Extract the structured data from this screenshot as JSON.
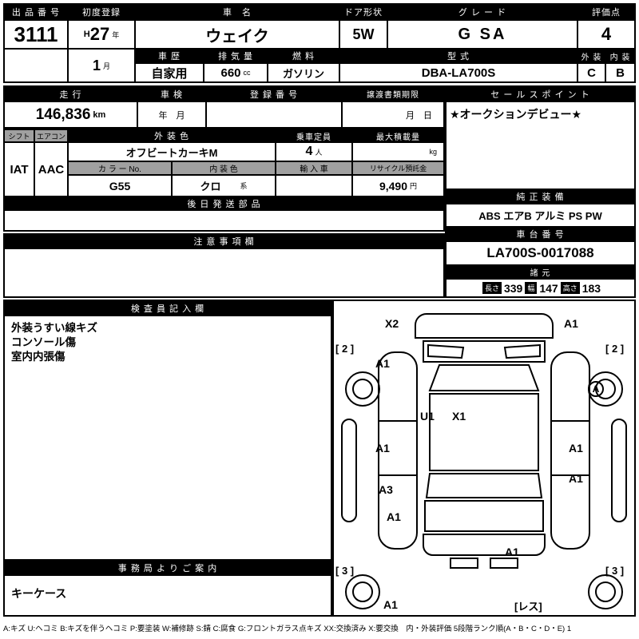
{
  "header": {
    "lot": {
      "label": "出 品 番 号",
      "value": "3111"
    },
    "first_reg": {
      "label": "初度登録",
      "era": "H",
      "year": "27",
      "year_unit": "年",
      "month": "1",
      "month_unit": "月"
    },
    "car_name": {
      "label": "車　名",
      "value": "ウェイク"
    },
    "door": {
      "label": "ドア形状",
      "value": "5W"
    },
    "grade": {
      "label": "グ レ ー ド",
      "value": "G SA"
    },
    "score": {
      "label": "評価点",
      "value": "4"
    },
    "history": {
      "label": "車 歴",
      "value": "自家用"
    },
    "displacement": {
      "label": "排 気 量",
      "value": "660",
      "unit": "cc"
    },
    "fuel": {
      "label": "燃 料",
      "value": "ガソリン"
    },
    "model": {
      "label": "型 式",
      "value": "DBA-LA700S"
    },
    "exterior": {
      "label": "外 装",
      "value": "C"
    },
    "interior": {
      "label": "内 装",
      "value": "B"
    }
  },
  "row2": {
    "mileage": {
      "label": "走 行",
      "value": "146,836",
      "unit": "km"
    },
    "inspection": {
      "label": "車 検",
      "value": "年　月"
    },
    "reg_no": {
      "label": "登 録 番 号",
      "value": ""
    },
    "transfer_deadline": {
      "label": "譲渡書類期限",
      "value": "月　日"
    },
    "sales_point": {
      "label": "セ ー ル ス ポ イ ン ト",
      "value": "★オークションデビュー★"
    }
  },
  "specs": {
    "shift": {
      "label": "シフト",
      "value": "IAT"
    },
    "aircon": {
      "label": "エアコン",
      "value": "AAC"
    },
    "ext_color": {
      "label": "外 装 色",
      "value": "オフビートカーキM"
    },
    "capacity": {
      "label": "乗車定員",
      "value": "4",
      "unit": "人"
    },
    "max_load": {
      "label": "最大積載量",
      "value": "",
      "unit": "kg"
    },
    "color_no": {
      "label": "カ ラ ー No.",
      "value": "G55"
    },
    "int_color": {
      "label": "内 装 色",
      "value": "クロ",
      "unit": "系"
    },
    "import_car": {
      "label": "輸 入 車",
      "value": ""
    },
    "recycle": {
      "label": "リサイクル預託金",
      "value": "9,490",
      "unit": "円"
    },
    "later_parts": {
      "label": "後 日 発 送 部 品",
      "value": ""
    },
    "equipment": {
      "label": "純 正 装 備",
      "value": "ABS エアB アルミ PS PW"
    }
  },
  "notes_section": {
    "label": "注 意 事 項 欄",
    "value": ""
  },
  "chassis": {
    "label": "車 台 番 号",
    "value": "LA700S-0017088"
  },
  "dimensions": {
    "label": "諸 元",
    "length_label": "長さ",
    "length": "339",
    "width_label": "幅",
    "width": "147",
    "height_label": "高さ",
    "height": "183"
  },
  "inspector": {
    "label": "検 査 員 記 入 欄",
    "notes": [
      "外装うすい線キズ",
      "コンソール傷",
      "室内内張傷"
    ]
  },
  "office": {
    "label": "事 務 局 よ り ご 案 内",
    "value": "キーケース"
  },
  "diagram": {
    "labels": [
      "X2",
      "A1",
      "[ 2 ]",
      "A1",
      "[ 2 ]",
      "A",
      "U1",
      "X1",
      "A1",
      "A1",
      "A1",
      "A3",
      "A1",
      "A1",
      "[ 3 ]",
      "[ 3 ]",
      "A1",
      "[レス]"
    ]
  },
  "footer": {
    "legend": "A:キズ U:ヘコミ B:キズを伴うヘコミ P:要塗装 W:補修跡 S:錆 C:腐食 G:フロントガラス点キズ XX:交換済み X:要交換　内・外装評価 5段階ランク順(A・B・C・D・E) 1"
  }
}
